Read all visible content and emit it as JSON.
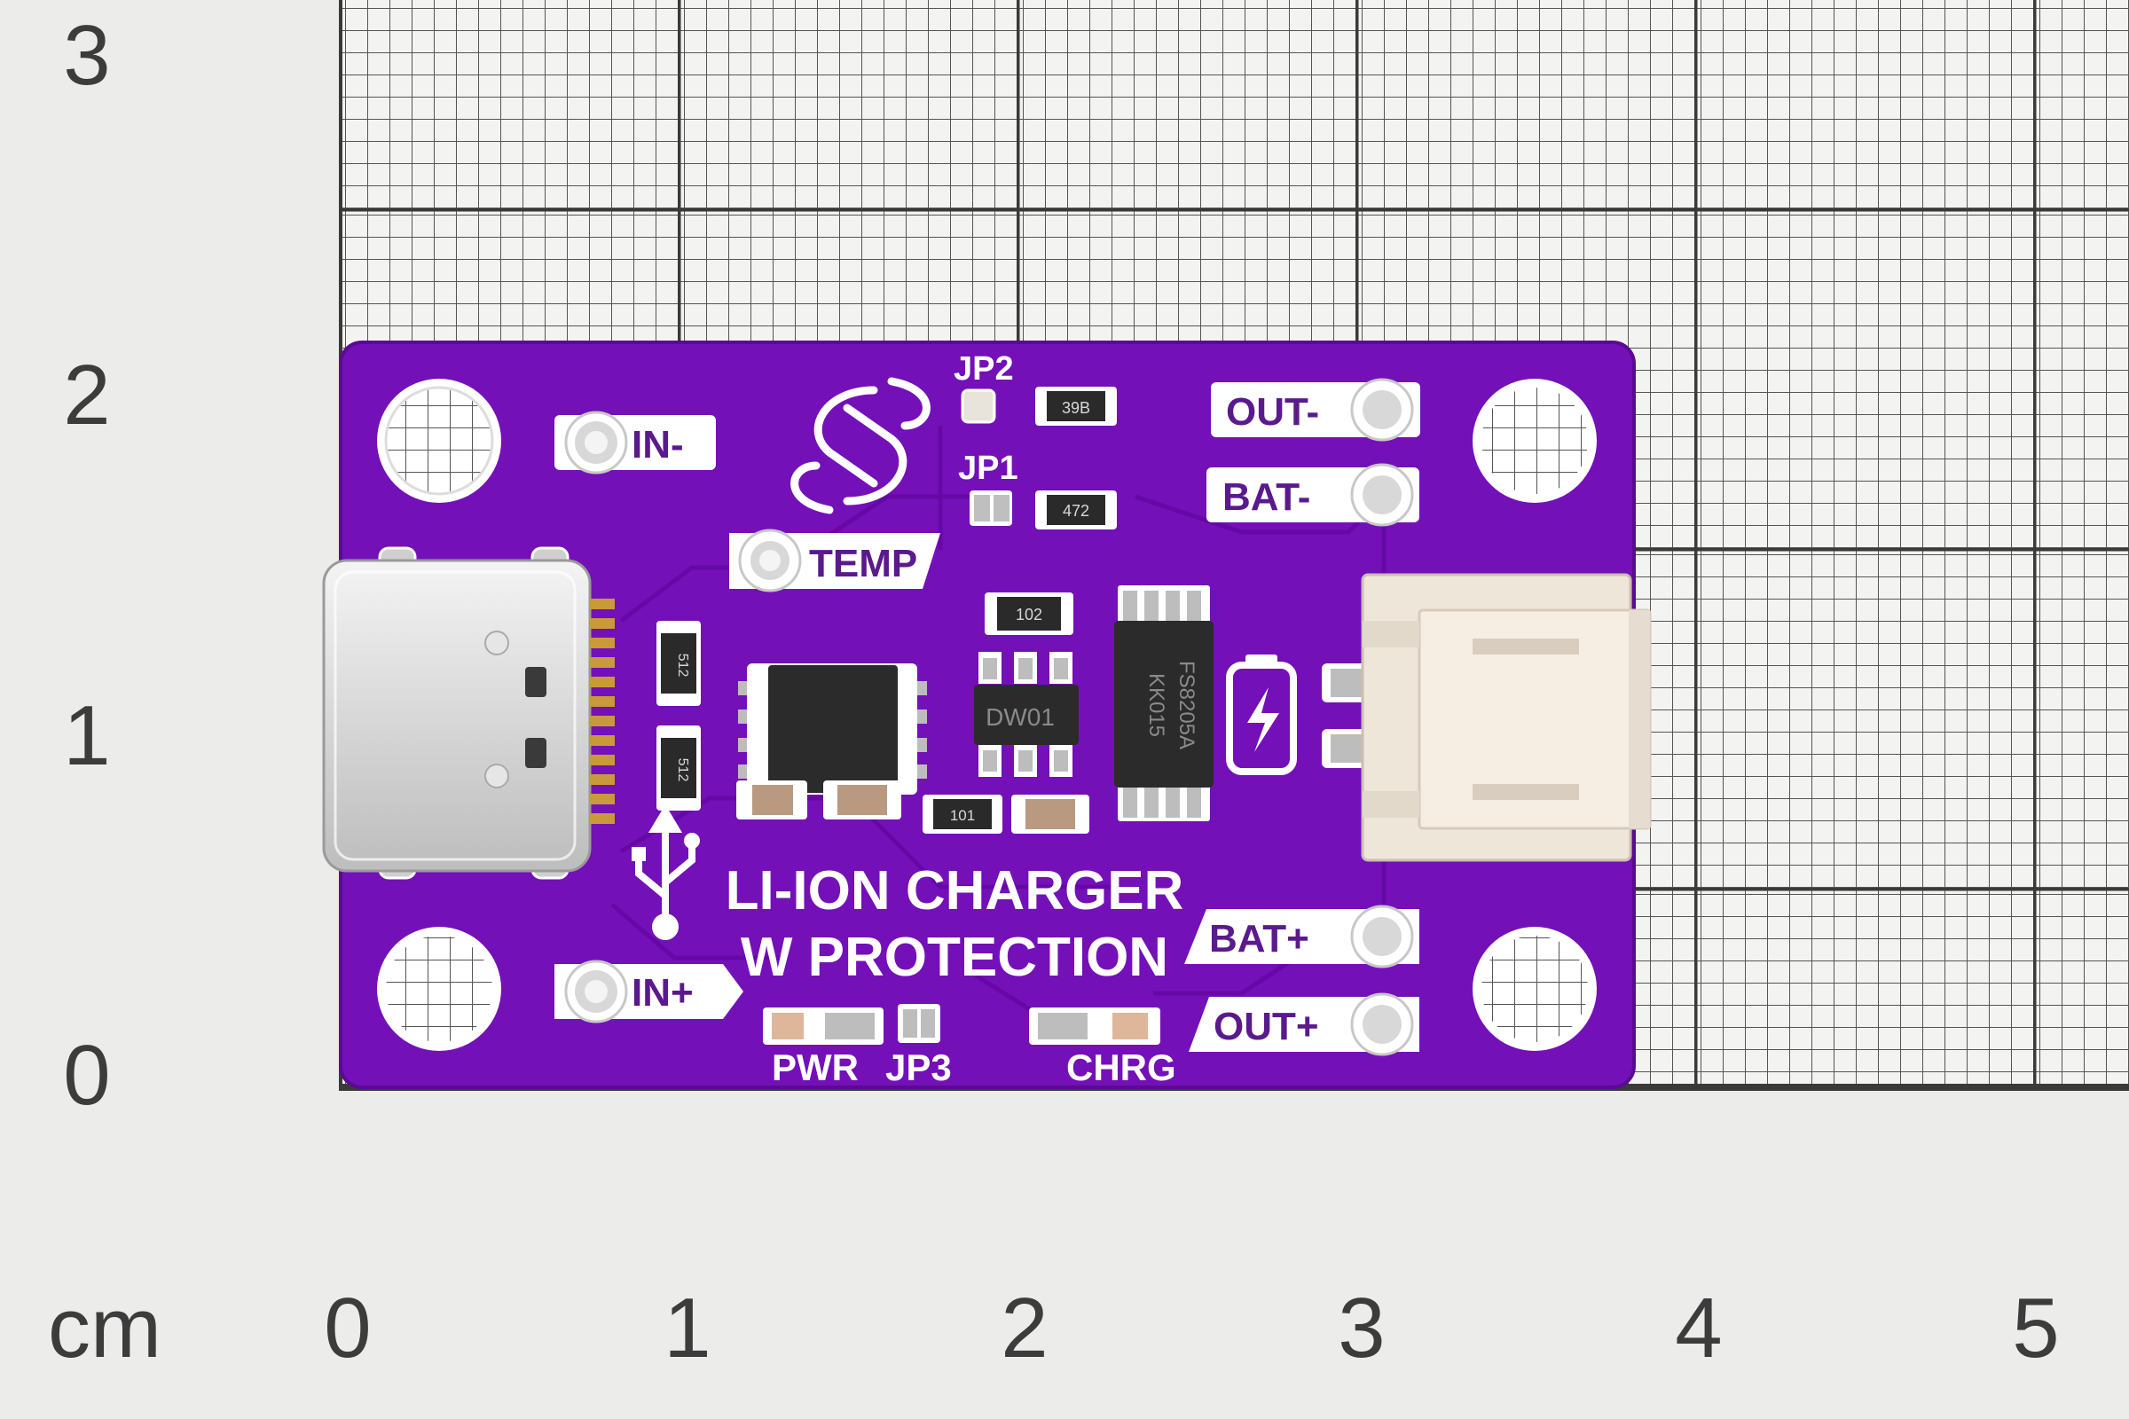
{
  "ruler": {
    "unit": "cm",
    "x_ticks": [
      "0",
      "1",
      "2",
      "3",
      "4",
      "5"
    ],
    "y_ticks": [
      "0",
      "1",
      "2",
      "3"
    ]
  },
  "board": {
    "title_line1": "LI-ION CHARGER",
    "title_line2": "W PROTECTION",
    "pads": {
      "in_minus": "IN-",
      "in_plus": "IN+",
      "temp": "TEMP",
      "out_minus": "OUT-",
      "bat_minus": "BAT-",
      "bat_plus": "BAT+",
      "out_plus": "OUT+"
    },
    "jumpers": {
      "jp1": "JP1",
      "jp2": "JP2",
      "jp3": "JP3"
    },
    "leds": {
      "pwr": "PWR",
      "chrg": "CHRG"
    },
    "resistors": {
      "r_jp2": "39B",
      "r_jp1": "472",
      "r_top": "102",
      "r_cc1": "512",
      "r_cc2": "512",
      "r_bottom": "101"
    },
    "chips": {
      "protection": "DW01",
      "mosfet_line1": "FS8205A",
      "mosfet_line2": "KK015"
    },
    "colors": {
      "pcb": "#7410b8",
      "silkscreen": "#ffffff",
      "grid_paper": "#ececea",
      "grid_line": "#3a3a3a"
    }
  }
}
